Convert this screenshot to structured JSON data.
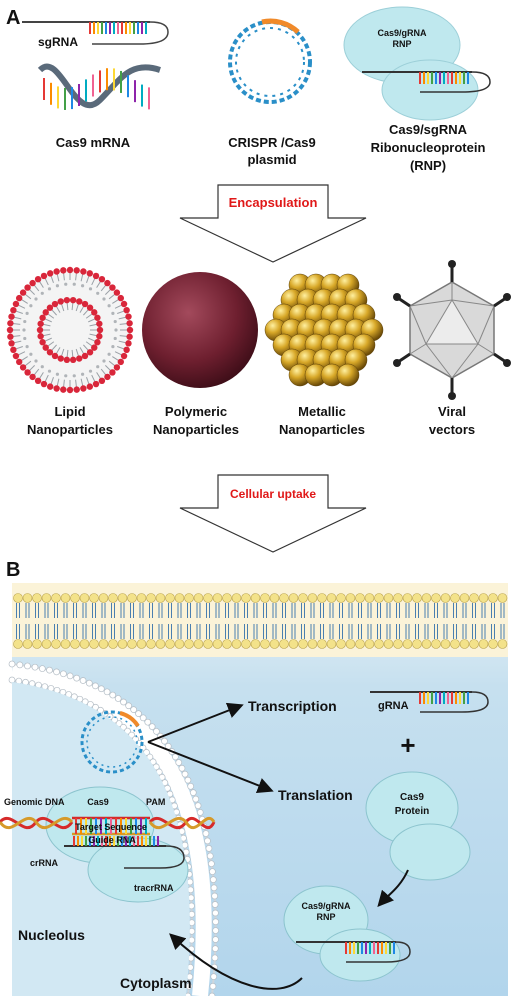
{
  "panel_a": {
    "label": "A",
    "sgrna_tag": "sgRNA",
    "mrna_caption": "Cas9 mRNA",
    "plasmid_caption_1": "CRISPR /Cas9",
    "plasmid_caption_2": "plasmid",
    "rnp_box_1": "Cas9/gRNA",
    "rnp_box_2": "RNP",
    "rnp_caption_1": "Cas9/sgRNA",
    "rnp_caption_2": "Ribonucleoprotein",
    "rnp_caption_3": "(RNP)",
    "arrow1": "Encapsulation",
    "lipid_1": "Lipid",
    "lipid_2": "Nanoparticles",
    "poly_1": "Polymeric",
    "poly_2": "Nanoparticles",
    "metal_1": "Metallic",
    "metal_2": "Nanoparticles",
    "viral_1": "Viral",
    "viral_2": "vectors",
    "arrow2": "Cellular uptake"
  },
  "panel_b": {
    "label": "B",
    "transcription": "Transcription",
    "translation": "Translation",
    "grna": "gRNA",
    "plus": "+",
    "cas9_protein_1": "Cas9",
    "cas9_protein_2": "Protein",
    "rnp_1": "Cas9/gRNA",
    "rnp_2": "RNP",
    "nuc_cas9": "Cas9",
    "pam": "PAM",
    "genomic_dna": "Genomic DNA",
    "target_sequence": "Target Sequence",
    "guide_rna": "Guide RNA",
    "crrna": "crRNA",
    "tracrrna": "tracrRNA",
    "nucleolus": "Nucleolus",
    "cytoplasm": "Cytoplasm"
  },
  "colors": {
    "red_text": "#e01818",
    "blob": "#bfe8ee",
    "cytoplasm_bg": "#bcdcef",
    "lipid_head": "#e2c850"
  }
}
